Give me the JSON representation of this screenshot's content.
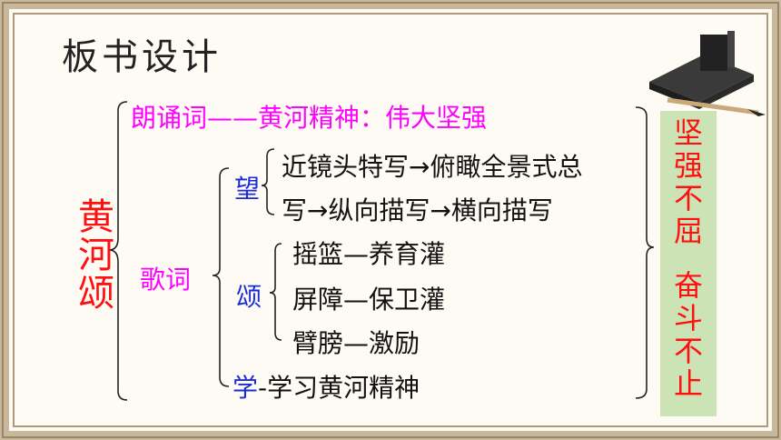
{
  "title": "板书设计",
  "vertical_title": [
    "黄",
    "河",
    "颂"
  ],
  "line_reading": "朗诵词——黄河精神：伟大坚强",
  "lyrics_label": "歌词",
  "wang": {
    "label": "望",
    "line1": "近镜头特写→俯瞰全景式总",
    "line2": "写→纵向描写→横向描写"
  },
  "song": {
    "label": "颂",
    "items": [
      "摇篮—养育灌",
      "屏障—保卫灌",
      "臂膀—激励"
    ]
  },
  "xue": {
    "label": "学",
    "text": "-学习黄河精神"
  },
  "side": {
    "col1": [
      "坚",
      "强",
      "不",
      "屈"
    ],
    "col2": [
      "奋",
      "斗",
      "不",
      "止"
    ]
  },
  "colors": {
    "magenta": "#ff00ff",
    "blue": "#1a2bd8",
    "red": "#ff1010",
    "green_box": "#cce3b6"
  },
  "icons": [
    "ink-stone-icon",
    "brush-icon"
  ]
}
